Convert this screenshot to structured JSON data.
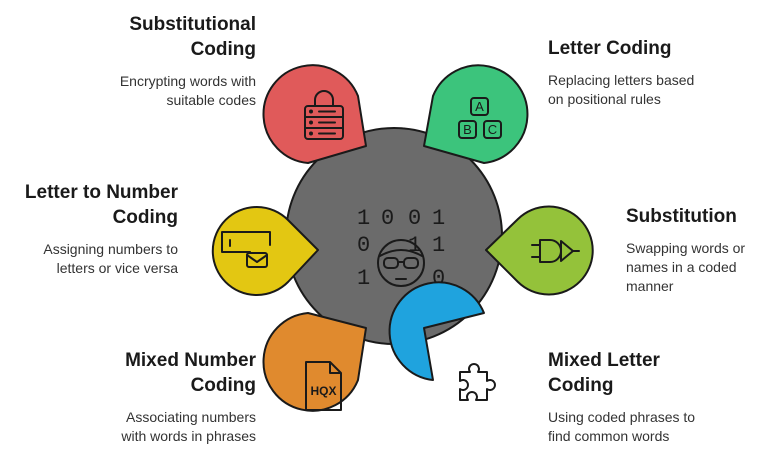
{
  "center": {
    "binary_rows": [
      [
        "1",
        "0",
        "0",
        "1"
      ],
      [
        "0",
        "",
        "1",
        "1"
      ],
      [
        "1",
        "",
        "",
        "0"
      ]
    ]
  },
  "colors": {
    "center": "#6b6b6b",
    "substitutional": "#e05a5a",
    "letter_coding": "#3cc47c",
    "letter_to_number": "#e3c712",
    "substitution": "#94c23a",
    "mixed_number": "#e08a2e",
    "mixed_letter": "#1fa3de",
    "outline": "#1a1a1a"
  },
  "items": {
    "substitutional": {
      "title": [
        "Substitutional",
        "Coding"
      ],
      "desc": [
        "Encrypting words with",
        "suitable codes"
      ],
      "icon": "lock-server-icon"
    },
    "letter_coding": {
      "title": [
        "Letter Coding"
      ],
      "desc": [
        "Replacing letters based",
        "on positional rules"
      ],
      "icon": "abc-blocks-icon",
      "icon_letters": [
        "A",
        "B",
        "C"
      ]
    },
    "letter_to_number": {
      "title": [
        "Letter to Number",
        "Coding"
      ],
      "desc": [
        "Assigning numbers to",
        "letters or vice versa"
      ],
      "icon": "mail-number-icon"
    },
    "substitution": {
      "title": [
        "Substitution"
      ],
      "desc": [
        "Swapping words or",
        "names in a coded",
        "manner"
      ],
      "icon": "logic-gate-icon"
    },
    "mixed_number": {
      "title": [
        "Mixed Number",
        "Coding"
      ],
      "desc": [
        "Associating numbers",
        "with words in phrases"
      ],
      "icon": "code-file-icon",
      "icon_text": "HQX"
    },
    "mixed_letter": {
      "title": [
        "Mixed Letter",
        "Coding"
      ],
      "desc": [
        "Using coded phrases to",
        "find common words"
      ],
      "icon": "puzzle-piece-icon"
    }
  }
}
